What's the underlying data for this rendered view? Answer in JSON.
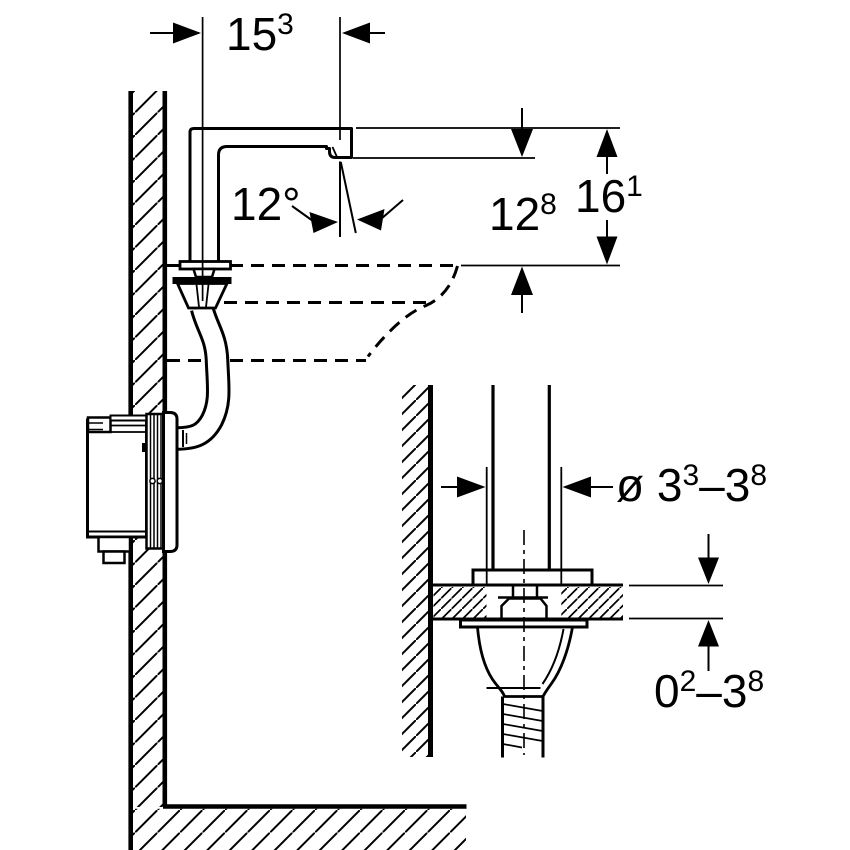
{
  "drawing": {
    "title_note": "Faucet installation technical drawing with countertop mounting detail",
    "colors": {
      "line": "#000000",
      "background": "#ffffff"
    },
    "annotations": {
      "spout_projection": {
        "main": "15",
        "sup": "3"
      },
      "stream_angle": {
        "text": "12°"
      },
      "outlet_height": {
        "main": "12",
        "sup": "8"
      },
      "total_height": {
        "main": "16",
        "sup": "1"
      },
      "hole_diameter": {
        "prefix": "ø ",
        "a_main": "3",
        "a_sup": "3",
        "dash": "–",
        "b_main": "3",
        "b_sup": "8"
      },
      "deck_thickness": {
        "a_main": "0",
        "a_sup": "2",
        "dash": "–",
        "b_main": "3",
        "b_sup": "8"
      }
    }
  }
}
